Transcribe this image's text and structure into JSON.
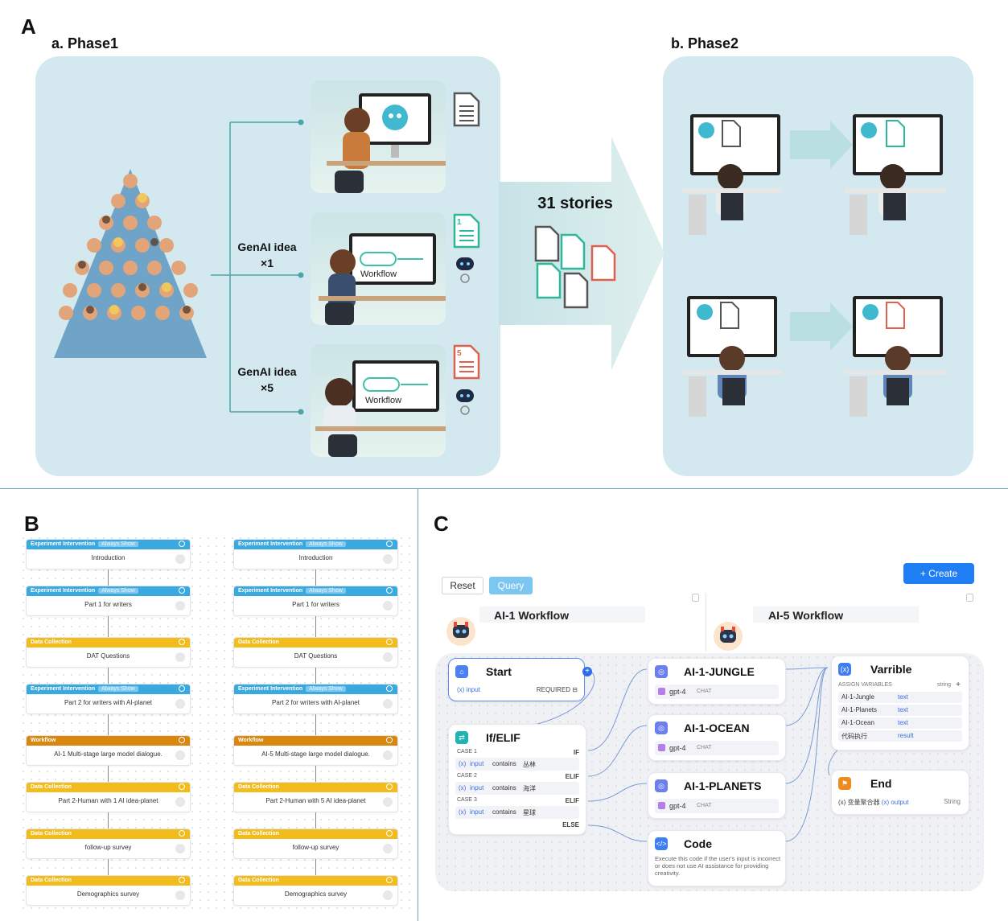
{
  "panel_a": {
    "letter": "A",
    "phase1_title": "a. Phase1",
    "phase2_title": "b. Phase2",
    "idea1_line1": "GenAI idea",
    "idea1_line2": "×1",
    "idea5_line1": "GenAI idea",
    "idea5_line2": "×5",
    "stories": "31 stories",
    "workflow_label": "Workflow",
    "doc_num_1": "1",
    "doc_num_5": "5"
  },
  "panel_b": {
    "letter": "B",
    "always_show": "Always Show",
    "left_column": [
      {
        "type": "Experiment Intervention",
        "kind": "exp",
        "label": "Introduction"
      },
      {
        "type": "Experiment Intervention",
        "kind": "exp",
        "label": "Part 1 for writers"
      },
      {
        "type": "Data Collection",
        "kind": "data",
        "label": "DAT Questions"
      },
      {
        "type": "Experiment Intervention",
        "kind": "exp",
        "label": "Part 2 for writers with AI-planet"
      },
      {
        "type": "Workflow",
        "kind": "wf",
        "label": "AI-1 Multi-stage large model dialogue."
      },
      {
        "type": "Data Collection",
        "kind": "data",
        "label": "Part 2-Human with 1 AI idea-planet"
      },
      {
        "type": "Data Collection",
        "kind": "data",
        "label": "follow-up survey"
      },
      {
        "type": "Data Collection",
        "kind": "data",
        "label": "Demographics survey"
      }
    ],
    "right_column": [
      {
        "type": "Experiment Intervention",
        "kind": "exp",
        "label": "Introduction"
      },
      {
        "type": "Experiment Intervention",
        "kind": "exp",
        "label": "Part 1 for writers"
      },
      {
        "type": "Data Collection",
        "kind": "data",
        "label": "DAT Questions"
      },
      {
        "type": "Experiment Intervention",
        "kind": "exp",
        "label": "Part 2 for writers with AI-planet"
      },
      {
        "type": "Workflow",
        "kind": "wf",
        "label": "AI-5 Multi-stage large model dialogue."
      },
      {
        "type": "Data Collection",
        "kind": "data",
        "label": "Part 2-Human with 5 AI idea-planet"
      },
      {
        "type": "Data Collection",
        "kind": "data",
        "label": "follow-up survey"
      },
      {
        "type": "Data Collection",
        "kind": "data",
        "label": "Demographics survey"
      }
    ],
    "colors": {
      "exp": "#3aa9e0",
      "data": "#f2bd1c",
      "wf": "#d9870f"
    }
  },
  "panel_c": {
    "letter": "C",
    "reset": "Reset",
    "query": "Query",
    "create": "+  Create",
    "ai1_workflow": "AI-1 Workflow",
    "ai5_workflow": "AI-5 Workflow",
    "start": {
      "title": "Start",
      "var": "(x) input",
      "required": "REQUIRED ⊟"
    },
    "ifelif": {
      "title": "If/ELIF",
      "cases": [
        {
          "case": "CASE 1",
          "branch": "IF",
          "cond": "input",
          "op": "contains",
          "val": "丛林"
        },
        {
          "case": "CASE 2",
          "branch": "ELIF",
          "cond": "input",
          "op": "contains",
          "val": "海洋"
        },
        {
          "case": "CASE 3",
          "branch": "ELIF",
          "cond": "input",
          "op": "contains",
          "val": "星球"
        }
      ],
      "else": "ELSE"
    },
    "llms": [
      {
        "title": "AI-1-JUNGLE",
        "model": "gpt-4",
        "mode": "CHAT"
      },
      {
        "title": "AI-1-OCEAN",
        "model": "gpt-4",
        "mode": "CHAT"
      },
      {
        "title": "AI-1-PLANETS",
        "model": "gpt-4",
        "mode": "CHAT"
      }
    ],
    "code": {
      "title": "Code",
      "desc": "Execute this code if the user's input is incorrect or does not use AI assistance for providing creativity."
    },
    "varrible": {
      "title": "Varrible",
      "assign": "ASSIGN VARIABLES",
      "type": "string",
      "plus": "+",
      "rows": [
        {
          "src": "AI-1-Jungle",
          "var": "text"
        },
        {
          "src": "AI-1-Planets",
          "var": "text"
        },
        {
          "src": "AI-1-Ocean",
          "var": "text"
        },
        {
          "src": "代码执行",
          "var": "result"
        }
      ]
    },
    "end": {
      "title": "End",
      "src": "变量聚合器",
      "var": "output",
      "type": "String"
    }
  }
}
